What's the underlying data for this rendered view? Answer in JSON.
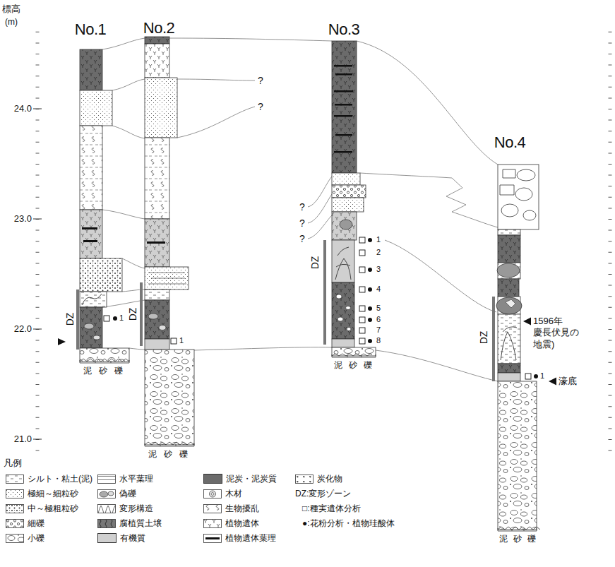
{
  "diagram": {
    "labels": [
      "標高",
      "(m)",
      "24.0",
      "23.0",
      "22.0",
      "21.0",
      "No.1",
      "No.2",
      "No.3",
      "No.4",
      "?",
      "?",
      "?",
      "?",
      "?",
      "DZ",
      "DZ",
      "DZ",
      "DZ",
      "1",
      "1",
      "1",
      "2",
      "3",
      "4",
      "5",
      "6",
      "7",
      "8",
      "1",
      "1596年 慶長伏見の 地震)",
      "濠底",
      "泥",
      "砂",
      "礫",
      "泥",
      "砂",
      "礫",
      "泥",
      "砂",
      "礫",
      "泥",
      "砂",
      "礫",
      "凡例"
    ],
    "legend": [
      {
        "text": "シルト・粘土(泥)"
      },
      {
        "text": "極細～細粒砂"
      },
      {
        "text": "中～極粗粒砂"
      },
      {
        "text": "細礫"
      },
      {
        "text": "小礫"
      },
      {
        "text": "水平葉理"
      },
      {
        "text": "偽礫"
      },
      {
        "text": "変形構造"
      },
      {
        "text": "腐植質土壌"
      },
      {
        "text": "有機質",
        "color": "#d0d0d0"
      },
      {
        "text": "泥炭・泥炭質",
        "color": "#6b6b6b"
      },
      {
        "text": "木材"
      },
      {
        "text": "生物擾乱"
      },
      {
        "text": "植物遺体"
      },
      {
        "text": "植物遺体葉理"
      },
      {
        "text": "炭化物"
      },
      {
        "text": "DZ:変形ゾーン"
      },
      {
        "text": "□:種実遺体分析"
      },
      {
        "text": "●:花粉分析・植物珪酸体"
      }
    ]
  }
}
